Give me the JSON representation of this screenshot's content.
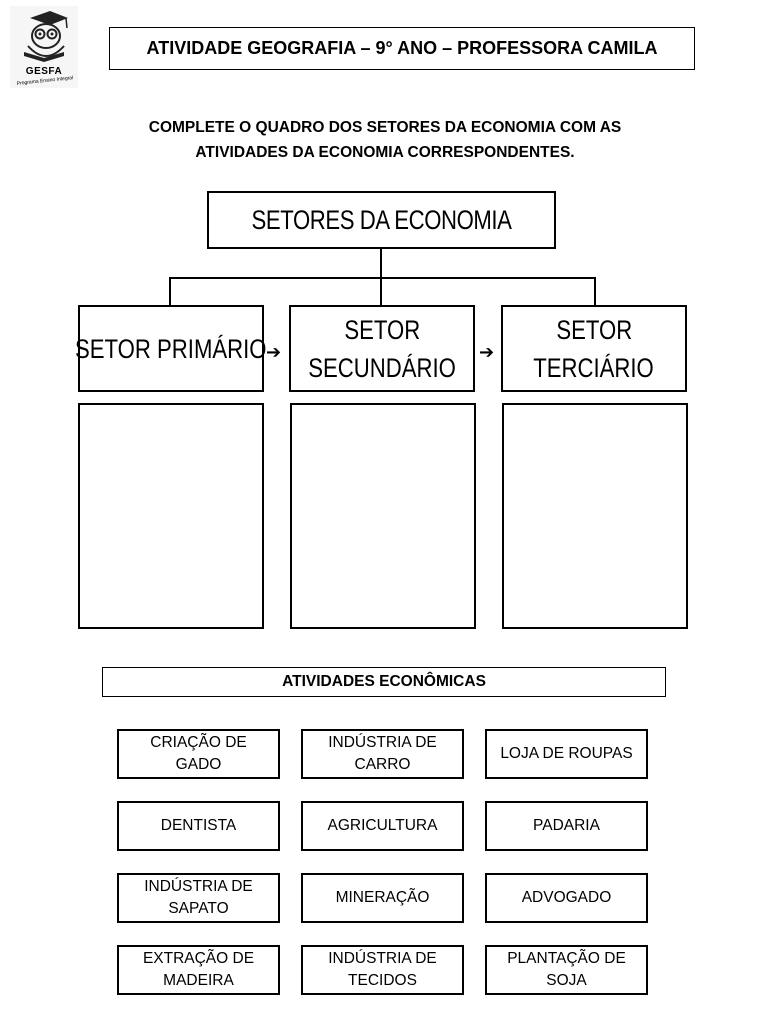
{
  "header": {
    "logo_name": "GESFA",
    "logo_subtitle": "Programa Ensino Integral",
    "title": "ATIVIDADE GEOGRAFIA – 9° ANO – PROFESSORA CAMILA"
  },
  "instruction": {
    "line1": "COMPLETE O QUADRO DOS SETORES DA ECONOMIA COM AS",
    "line2": "ATIVIDADES DA ECONOMIA CORRESPONDENTES."
  },
  "diagram": {
    "root": "SETORES DA ECONOMIA",
    "sectors": [
      {
        "line1": "SETOR PRIMÁRIO",
        "line2": ""
      },
      {
        "line1": "SETOR",
        "line2": "SECUNDÁRIO"
      },
      {
        "line1": "SETOR",
        "line2": "TERCIÁRIO"
      }
    ],
    "arrow": "➔"
  },
  "activities": {
    "heading": "ATIVIDADES ECONÔMICAS",
    "items": [
      {
        "line1": "CRIAÇÃO DE",
        "line2": "GADO"
      },
      {
        "line1": "INDÚSTRIA DE",
        "line2": "CARRO"
      },
      {
        "line1": "LOJA DE ROUPAS",
        "line2": ""
      },
      {
        "line1": "DENTISTA",
        "line2": ""
      },
      {
        "line1": "AGRICULTURA",
        "line2": ""
      },
      {
        "line1": "PADARIA",
        "line2": ""
      },
      {
        "line1": "INDÚSTRIA DE",
        "line2": "SAPATO"
      },
      {
        "line1": "MINERAÇÃO",
        "line2": ""
      },
      {
        "line1": "ADVOGADO",
        "line2": ""
      },
      {
        "line1": "EXTRAÇÃO DE",
        "line2": "MADEIRA"
      },
      {
        "line1": "INDÚSTRIA DE",
        "line2": "TECIDOS"
      },
      {
        "line1": "PLANTAÇÃO DE",
        "line2": "SOJA"
      }
    ]
  }
}
